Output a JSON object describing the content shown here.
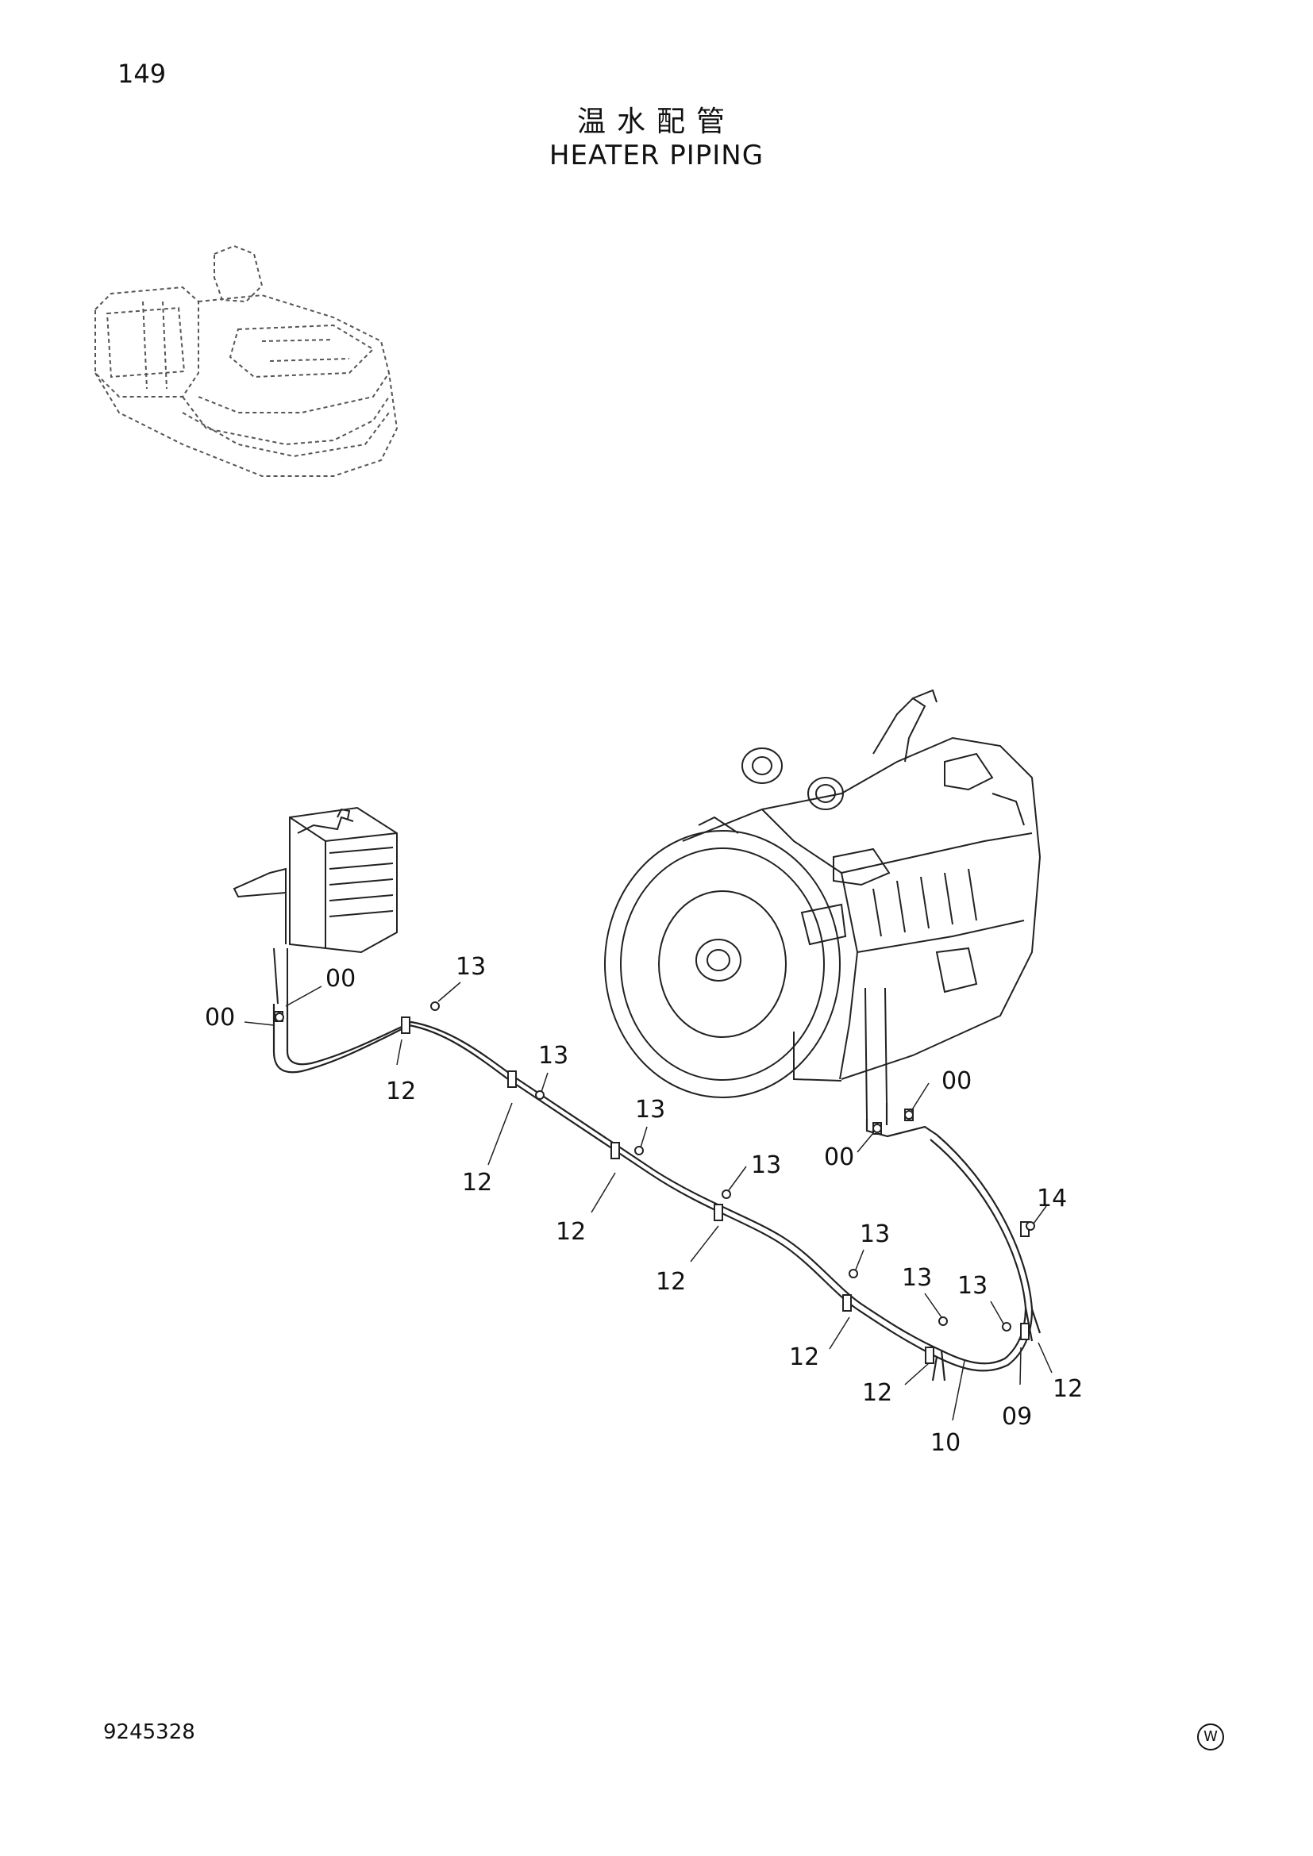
{
  "page": {
    "number": "149",
    "title_jp": "温水配管",
    "title_en": "HEATER PIPING",
    "doc_number": "9245328",
    "corner_mark": "W"
  },
  "callouts": [
    {
      "id": "c1",
      "label": "00"
    },
    {
      "id": "c2",
      "label": "00"
    },
    {
      "id": "c3",
      "label": "13"
    },
    {
      "id": "c4",
      "label": "12"
    },
    {
      "id": "c5",
      "label": "13"
    },
    {
      "id": "c6",
      "label": "12"
    },
    {
      "id": "c7",
      "label": "13"
    },
    {
      "id": "c8",
      "label": "12"
    },
    {
      "id": "c9",
      "label": "13"
    },
    {
      "id": "c10",
      "label": "12"
    },
    {
      "id": "c11",
      "label": "00"
    },
    {
      "id": "c12",
      "label": "00"
    },
    {
      "id": "c13",
      "label": "14"
    },
    {
      "id": "c14",
      "label": "13"
    },
    {
      "id": "c15",
      "label": "13"
    },
    {
      "id": "c16",
      "label": "13"
    },
    {
      "id": "c17",
      "label": "12"
    },
    {
      "id": "c18",
      "label": "12"
    },
    {
      "id": "c19",
      "label": "12"
    },
    {
      "id": "c20",
      "label": "09"
    },
    {
      "id": "c21",
      "label": "10"
    }
  ]
}
